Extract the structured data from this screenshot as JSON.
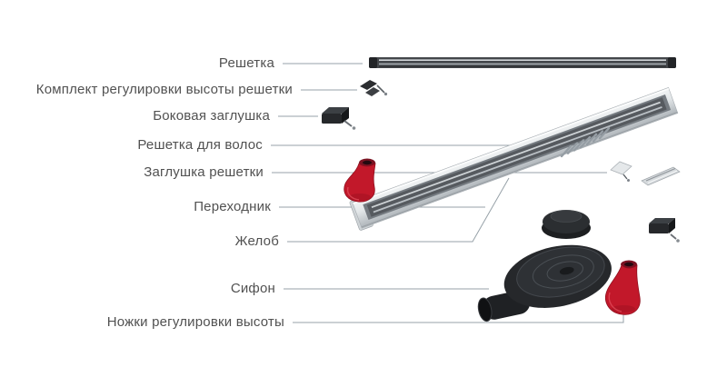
{
  "labels": [
    "Решетка",
    "Комплект регулировки высоты решетки",
    "Боковая заглушка",
    "Решетка для волос",
    "Заглушка решетки",
    "Переходник",
    "Желоб",
    "Сифон",
    "Ножки регулировки высоты"
  ],
  "colors": {
    "leader_line": "#97a1a8",
    "label_text": "#515151",
    "metal_light": "#dfe3e5",
    "part_dark": "#26282b",
    "part_red": "#c2182a"
  }
}
